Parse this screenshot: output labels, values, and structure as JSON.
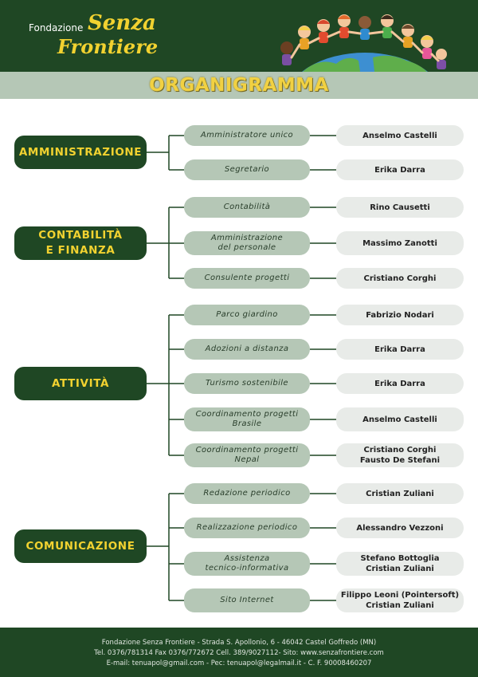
{
  "header": {
    "logo": {
      "small": "Fondazione",
      "line1": "Senza",
      "line2": "Frontiere"
    },
    "illustration": "children-around-globe"
  },
  "page_title": "ORGANIGRAMMA",
  "sections": [
    {
      "name": "AMMINISTRAZIONE",
      "rows": [
        {
          "role": "Amministratore unico",
          "person": "Anselmo Castelli"
        },
        {
          "role": "Segretario",
          "person": "Erika Darra"
        }
      ]
    },
    {
      "name": "CONTABILITÀ\nE FINANZA",
      "rows": [
        {
          "role": "Contabilità",
          "person": "Rino Causetti"
        },
        {
          "role": "Amministrazione\ndel personale",
          "person": "Massimo Zanotti"
        },
        {
          "role": "Consulente progetti",
          "person": "Cristiano Corghi"
        }
      ]
    },
    {
      "name": "ATTIVITÀ",
      "rows": [
        {
          "role": "Parco giardino",
          "person": "Fabrizio Nodari"
        },
        {
          "role": "Adozioni a distanza",
          "person": "Erika Darra"
        },
        {
          "role": "Turismo sostenibile",
          "person": "Erika Darra"
        },
        {
          "role": "Coordinamento progetti\nBrasile",
          "person": "Anselmo Castelli"
        },
        {
          "role": "Coordinamento progetti\nNepal",
          "person": "Cristiano Corghi\nFausto De Stefani"
        }
      ]
    },
    {
      "name": "COMUNICAZIONE",
      "rows": [
        {
          "role": "Redazione periodico",
          "person": "Cristian Zuliani"
        },
        {
          "role": "Realizzazione periodico",
          "person": "Alessandro Vezzoni"
        },
        {
          "role": "Assistenza\ntecnico-informativa",
          "person": "Stefano Bottoglia\nCristian Zuliani"
        },
        {
          "role": "Sito Internet",
          "person": "Filippo Leoni (Pointersoft)\nCristian Zuliani"
        }
      ]
    }
  ],
  "footer": {
    "line1": "Fondazione Senza Frontiere - Strada S. Apollonio, 6 - 46042 Castel Goffredo (MN)",
    "line2": "Tel. 0376/781314 Fax 0376/772672 Cell. 389/9027112- Sito: www.senzafrontiere.com",
    "line3": "E-mail: tenuapol@gmail.com - Pec: tenuapol@legalmail.it - C. F. 90008460207"
  },
  "colors": {
    "dark_green": "#1f4724",
    "sage": "#b5c7b6",
    "light_grey": "#e8ebe8",
    "yellow": "#f2d230"
  }
}
